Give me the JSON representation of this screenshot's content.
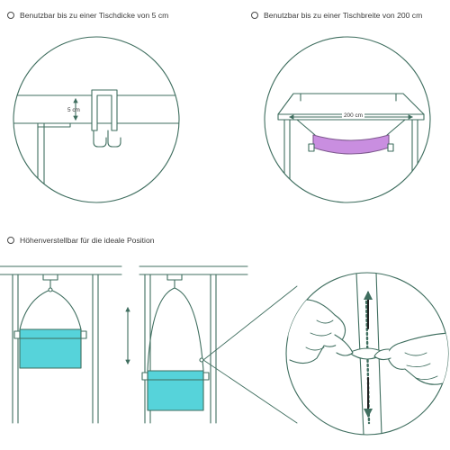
{
  "features": [
    {
      "label": "Benutzbar bis zu einer Tischdicke von 5 cm"
    },
    {
      "label": "Benutzbar bis zu einer Tischbreite von 200 cm"
    },
    {
      "label": "Höhenverstellbar für die ideale Position"
    }
  ],
  "dimensions": {
    "thickness": "5 cm",
    "width": "200 cm"
  },
  "colors": {
    "line": "#3f6e5f",
    "bag": "#56d3da",
    "hammock": "#c98ee0",
    "hand": "#ffffff"
  }
}
